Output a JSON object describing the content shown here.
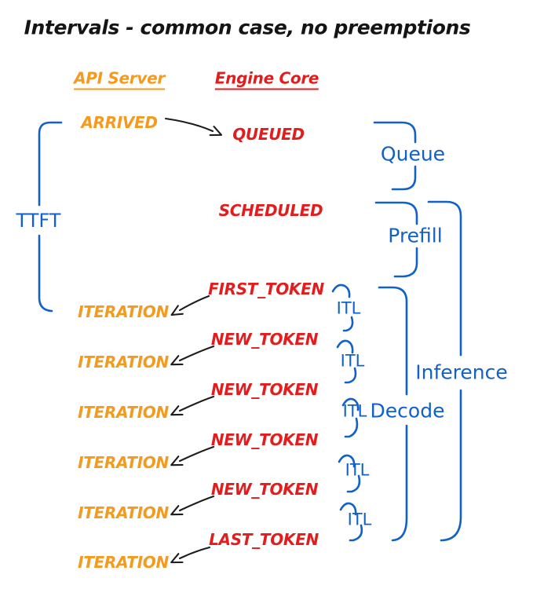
{
  "title": "Intervals - common case, no preemptions",
  "columns": {
    "api_server": "API Server",
    "engine_core": "Engine Core"
  },
  "events": {
    "arrived": "ARRIVED",
    "queued": "QUEUED",
    "scheduled": "SCHEDULED",
    "first_token": "FIRST_TOKEN",
    "new_token": "NEW_TOKEN",
    "last_token": "LAST_TOKEN",
    "iteration": "ITERATION"
  },
  "intervals": {
    "ttft": "TTFT",
    "queue": "Queue",
    "prefill": "Prefill",
    "itl": "ITL",
    "decode": "Decode",
    "inference": "Inference"
  },
  "colors": {
    "api_server": "#F59A1C",
    "engine_core": "#E31D1D",
    "interval_blue": "#1062C8",
    "arrow_black": "#1D1D1D",
    "background": "#FFFFFF"
  }
}
